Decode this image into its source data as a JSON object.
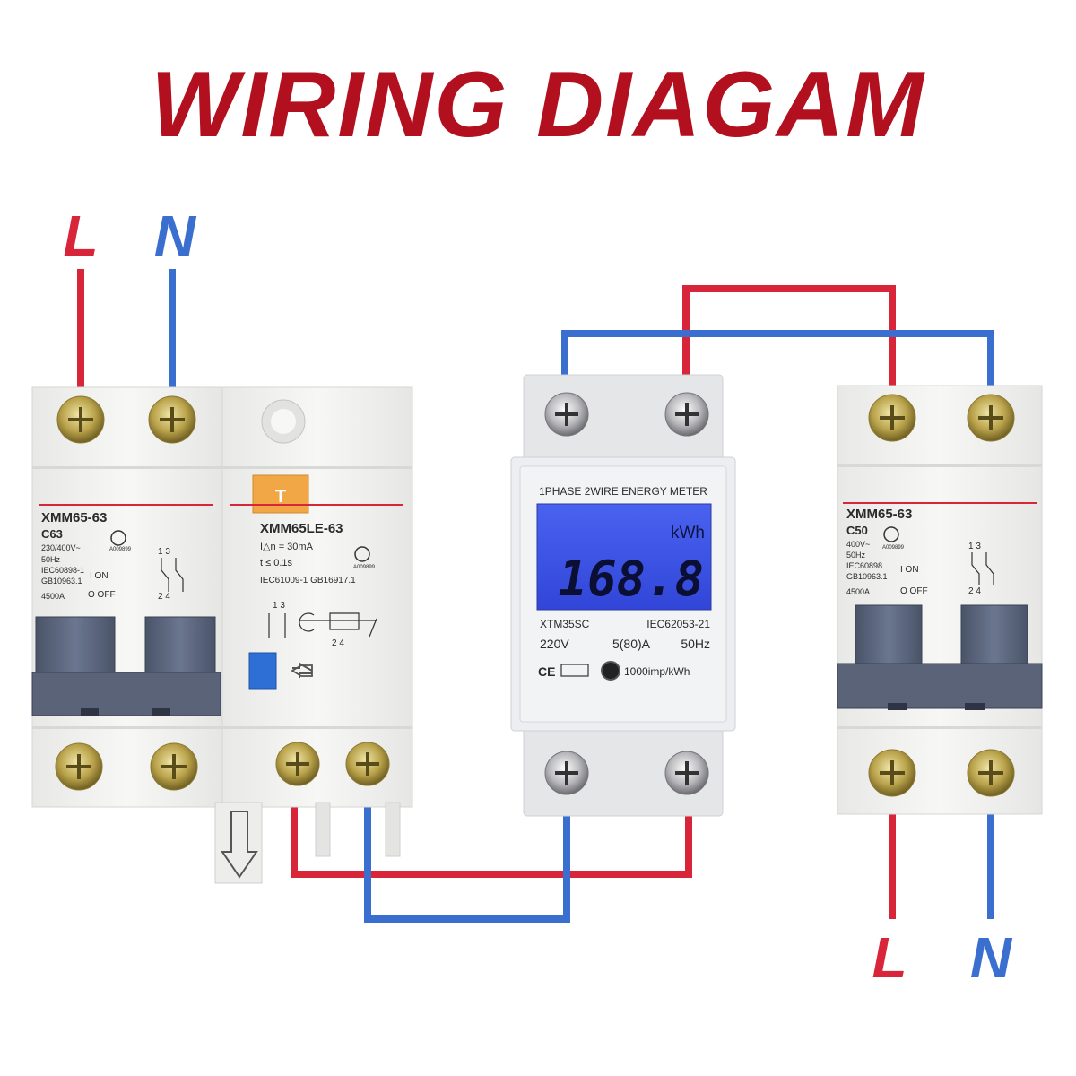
{
  "title": "WIRING DIAGAM",
  "colors": {
    "title": "#b3101f",
    "live": "#d9253a",
    "neutral": "#3a6fd0",
    "lcd": "#3d55e8",
    "breaker_body": "#f3f3f1",
    "handle": "#59647a"
  },
  "input_labels": {
    "live": "L",
    "neutral": "N"
  },
  "output_labels": {
    "live": "L",
    "neutral": "N"
  },
  "rcbo": {
    "mcb": {
      "model": "XMM65-63",
      "rating": "C63",
      "voltage": "230/400V~",
      "freq": "50Hz",
      "std1": "IEC60898-1",
      "std2": "GB10963.1",
      "capacity": "4500A",
      "on": "I ON",
      "off": "O OFF",
      "cert": "A009899",
      "terms_top": "1  3",
      "terms_bottom": "2  4"
    },
    "rcd": {
      "model": "XMM65LE-63",
      "test": "T",
      "idn": "I△n = 30mA",
      "t": "t   ≤ 0.1s",
      "std": "IEC61009-1  GB16917.1",
      "cert": "A009899",
      "terms_top": "1  3",
      "terms_bottom": "2  4"
    }
  },
  "meter": {
    "header": "1PHASE  2WIRE  ENERGY METER",
    "unit": "kWh",
    "reading": "168.8",
    "model": "XTM35SC",
    "standard": "IEC62053-21",
    "voltage": "220V",
    "current": "5(80)A",
    "freq": "50Hz",
    "marks": "CE",
    "impulse": "1000imp/kWh"
  },
  "mcb_out": {
    "model": "XMM65-63",
    "rating": "C50",
    "voltage": "400V~",
    "freq": "50Hz",
    "std1": "IEC60898",
    "std2": "GB10963.1",
    "capacity": "4500A",
    "on": "I ON",
    "off": "O OFF",
    "cert": "A009899",
    "terms_top": "1  3",
    "terms_bottom": "2  4"
  }
}
